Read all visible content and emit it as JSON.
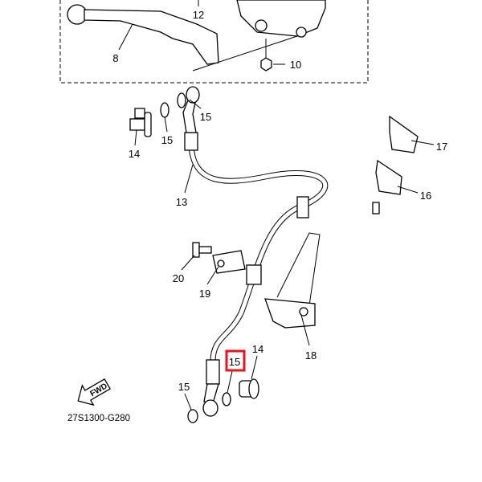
{
  "diagram": {
    "callouts": {
      "c12": "12",
      "c8": "8",
      "c10": "10",
      "c15a": "15",
      "c15b": "15",
      "c14a": "14",
      "c17": "17",
      "c13": "13",
      "c16": "16",
      "c20": "20",
      "c19": "19",
      "c18": "18",
      "c15_highlighted": "15",
      "c14b": "14",
      "c15c": "15"
    },
    "fwd_arrow": "FWD",
    "diagram_code": "27S1300-G280",
    "highlight_color": "#e8141b"
  }
}
